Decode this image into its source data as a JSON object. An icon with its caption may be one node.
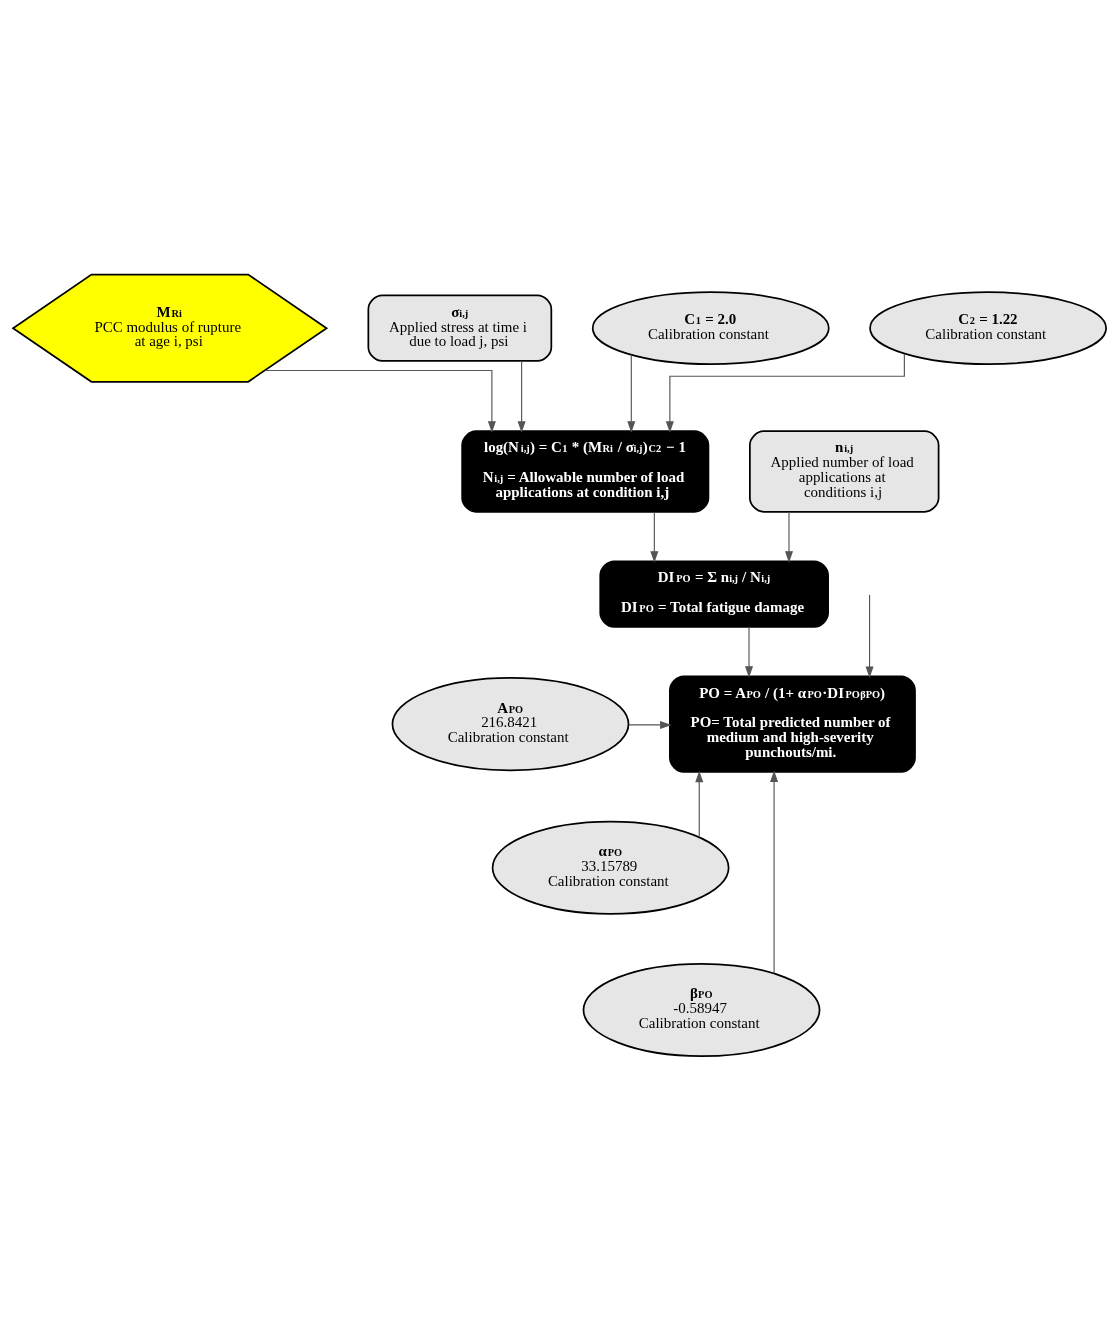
{
  "diagram": {
    "nodes": [
      {
        "text": [
          "M$_{Ri}$",
          "PCC modulus of rupture at age i, psi"
        ]
      },
      {
        "text": [
          "σ$_{i,j}$",
          "Applied stress at time i due to load j, psi"
        ]
      },
      {
        "text": [
          "C$_{1}$ = 2.0",
          "Calibration constant"
        ]
      },
      {
        "text": [
          "C$_{2}$ = 1.22",
          "Calibration constant"
        ]
      },
      {
        "text": [
          "log(N$_{i,j}$) = C$_{1}$ * (M$_{Ri}$ / σ$_{i,j}$)$^{C2}$ − 1",
          "N$_{i,j}$ = Allowable number of load applications at condition i,j"
        ]
      },
      {
        "text": [
          "n$_{i,j}$",
          "Applied number of load applications at conditions i,j"
        ]
      },
      {
        "text": [
          "DI$_{PO}$ = Σ n$_{i,j}$ / N$_{i,j}$",
          "DI$_{PO}$ = Total fatigue damage"
        ]
      },
      {
        "text": [
          "A$_{PO}$",
          "216.8421",
          "Calibration constant"
        ]
      },
      {
        "text": [
          "α$_{PO}$",
          "33.15789",
          "Calibration constant"
        ]
      },
      {
        "text": [
          "β$_{PO}$",
          "-0.58947",
          "Calibration constant"
        ]
      },
      {
        "text": [
          "PO = A$_{PO}$ / (1+ α$_{PO}$·DI$_{PO}$$^{βPO}$)",
          "PO= Total predicted number of medium and high-severity punchouts/mi."
        ]
      }
    ],
    "edges": [
      {
        "from": 0,
        "to": 4,
        "arrow": "to"
      },
      {
        "from": 1,
        "to": 4,
        "arrow": "to"
      },
      {
        "from": 2,
        "to": 4,
        "arrow": "to"
      },
      {
        "from": 3,
        "to": 4,
        "arrow": "to"
      },
      {
        "from": 4,
        "to": 6,
        "arrow": "to"
      },
      {
        "from": 5,
        "to": 6,
        "arrow": "to"
      },
      {
        "from": 6,
        "to": 10,
        "arrow": "to"
      },
      {
        "from": 7,
        "to": 10,
        "arrow": "to"
      },
      {
        "from": 8,
        "to": 10,
        "arrow": "to"
      },
      {
        "from": 9,
        "to": 10,
        "arrow": "to"
      },
      {
        "from": null,
        "to": 10,
        "arrow": "to"
      }
    ]
  }
}
